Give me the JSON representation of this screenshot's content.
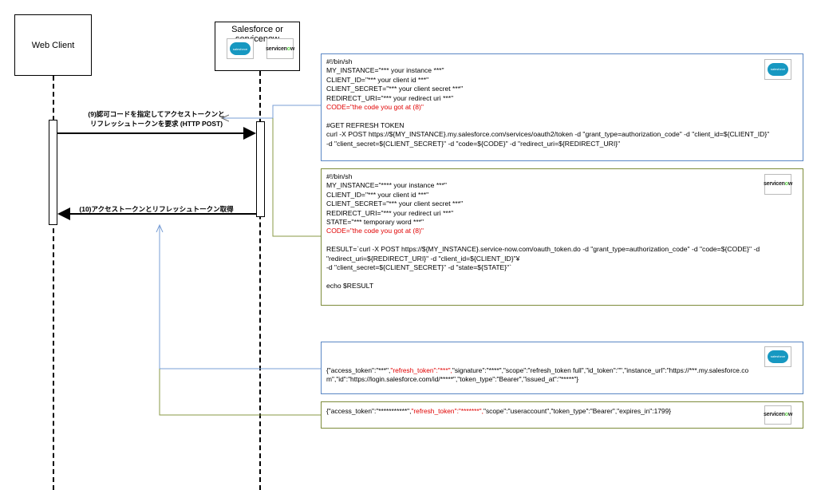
{
  "actors": {
    "client_label": "Web Client",
    "server_label": "Salesforce or servicenow"
  },
  "logos": {
    "salesforce_text": "salesforce",
    "servicenow_text_a": "servicen",
    "servicenow_text_o": "o",
    "servicenow_text_b": "w"
  },
  "messages": {
    "request_line1": "(9)認可コードを指定してアクセストークンと",
    "request_line2": "リフレッシュトークンを要求 (HTTP POST)",
    "response": "(10)アクセストークンとリフレッシュトークン取得"
  },
  "salesforce_script": {
    "lines": [
      "#!/bin/sh",
      "MY_INSTANCE=\"*** your instance ***\"",
      "CLIENT_ID=\"*** your client id ***\"",
      "CLIENT_SECRET=\"*** your client secret ***\"",
      "REDIRECT_URI=\"*** your redirect uri ***\"",
      "CODE=\"the code you got at (8)\"",
      "",
      "#GET REFRESH TOKEN",
      "curl -X POST https://${MY_INSTANCE}.my.salesforce.com/services/oauth2/token -d \"grant_type=authorization_code\" -d \"client_id=${CLIENT_ID}\"",
      "-d \"client_secret=${CLIENT_SECRET}\" -d \"code=${CODE}\" -d \"redirect_uri=${REDIRECT_URI}\""
    ]
  },
  "servicenow_script": {
    "lines": [
      "#!/bin/sh",
      "MY_INSTANCE=\"**** your instance ***\"",
      "CLIENT_ID=\"*** your client id ***\"",
      "CLIENT_SECRET=\"*** your client secret ***\"",
      "REDIRECT_URI=\"*** your redirect uri ***\"",
      "STATE=\"*** temporary word ***\"",
      "CODE=\"the code you got at (8)\"",
      "",
      "RESULT=`curl -X POST https://${MY_INSTANCE}.service-now.com/oauth_token.do -d \"grant_type=authorization_code\" -d \"code=${CODE}\" -d",
      "\"redirect_uri=${REDIRECT_URI}\" -d \"client_id=${CLIENT_ID}\"¥",
      "-d \"client_secret=${CLIENT_SECRET}\" -d \"state=${STATE}\"`",
      "",
      "echo $RESULT"
    ]
  },
  "salesforce_response": {
    "part1": "{\"access_token\":\"***\",",
    "part2_red": "\"refresh_token\":\"***\",",
    "part3": "\"signature\":\"****\",\"scope\":\"refresh_token full\",\"id_token\":\"\",\"instance_url\":\"https://***.my.salesforce.com\",\"id\":\"https://login.salesforce.com/id/*****\",\"token_type\":\"Bearer\",\"issued_at\":\"*****\"}"
  },
  "servicenow_response": {
    "part1": "{\"access_token\":\"***********\",",
    "part2_red": "\"refresh_token\":\"*******\",",
    "part3": "\"scope\":\"useraccount\",\"token_type\":\"Bearer\",\"expires_in\":1799}"
  },
  "colors": {
    "salesforce_blue": "#1798c1",
    "servicenow_green": "#62d84e",
    "highlight_red": "#e00000",
    "callout_blue": "#5a87c5",
    "callout_green": "#7d8c3a"
  }
}
